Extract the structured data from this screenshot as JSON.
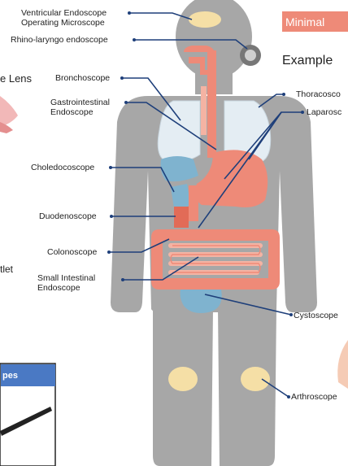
{
  "header": {
    "banner": "Minimal",
    "subtitle": "Example"
  },
  "left_fragments": {
    "lens": "e Lens",
    "outlet": "tlet",
    "box_label": "pes"
  },
  "labels": {
    "ventricular_1": "Ventricular Endoscope",
    "ventricular_2": "Operating Microscope",
    "rhino": "Rhino-laryngo endoscope",
    "broncho": "Bronchoscope",
    "gastro_1": "Gastrointestinal",
    "gastro_2": "Endoscope",
    "thoraco": "Thoracosco",
    "laparo": "Laparosc",
    "choledoco": "Choledocoscope",
    "duodeno": "Duodenoscope",
    "colono": "Colonoscope",
    "small_int_1": "Small Intestinal",
    "small_int_2": "Endoscope",
    "cysto": "Cystoscope",
    "arthro": "Arthroscope"
  },
  "colors": {
    "body": "#a7a7a7",
    "organ": "#ee8a78",
    "organ_light": "#f4b3a3",
    "blue_organ": "#7fb3cf",
    "lung": "#e4edf3",
    "highlight": "#f5dfa6",
    "line": "#1e3f7a",
    "banner": "#ee8a78",
    "box_header": "#4a79c4"
  }
}
